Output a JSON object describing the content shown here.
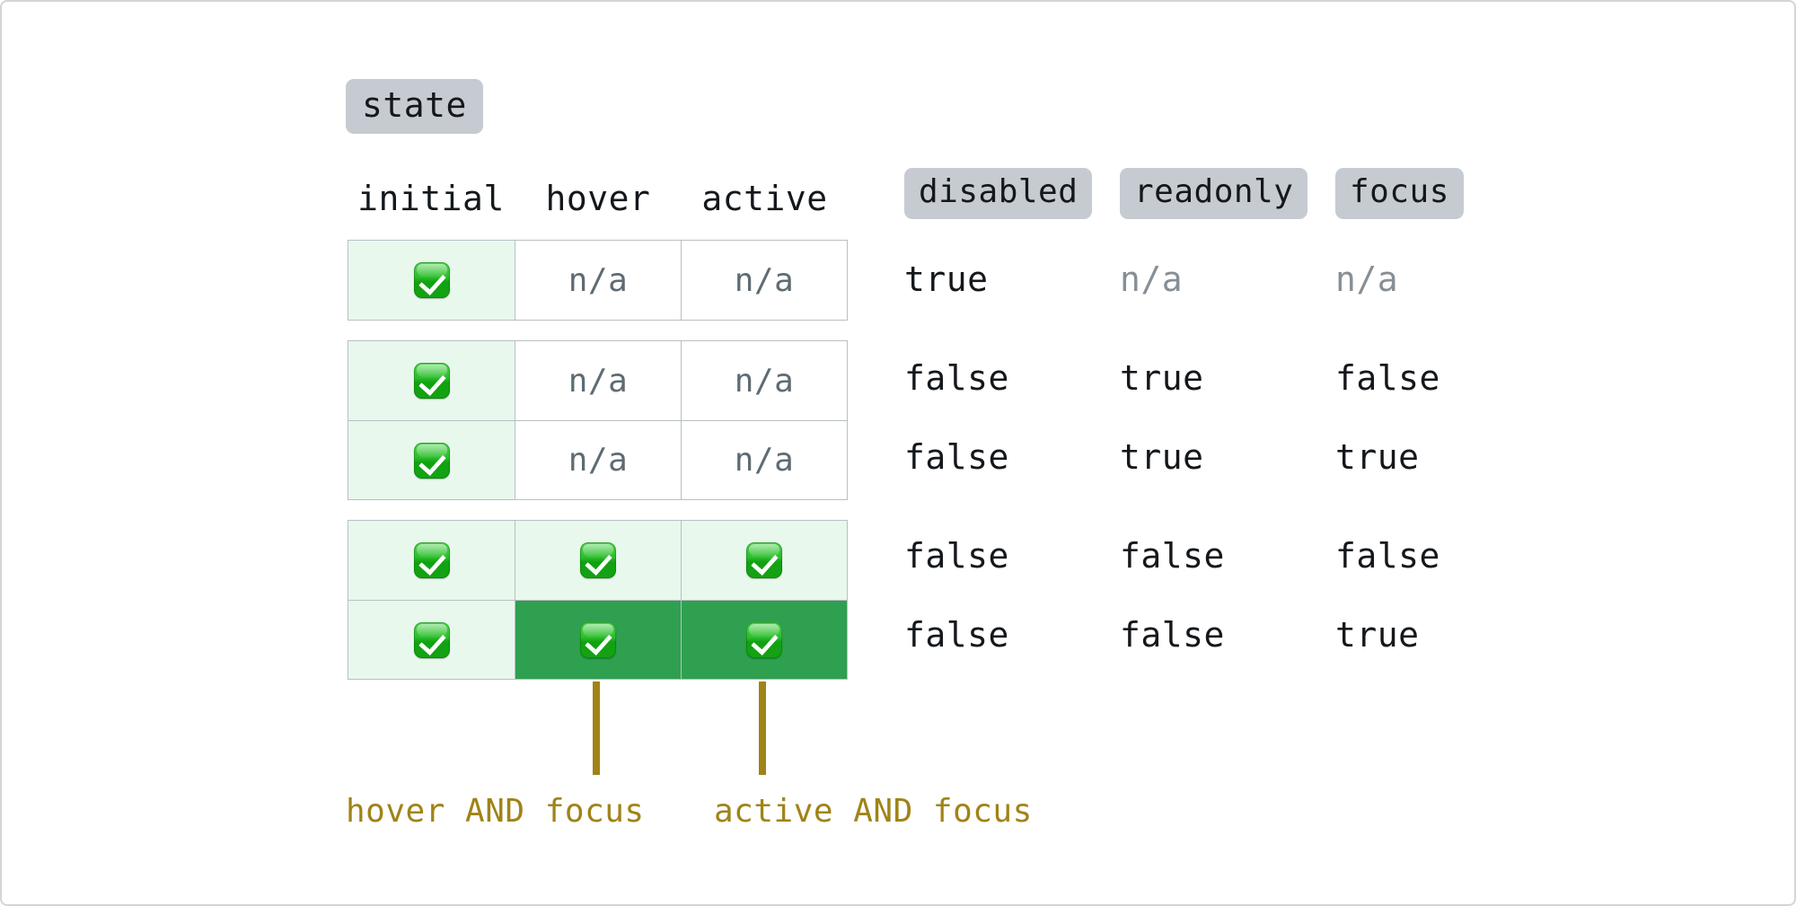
{
  "title_badge": {
    "label": "state"
  },
  "grid_headers": [
    {
      "key": "initial",
      "label": "initial"
    },
    {
      "key": "hover",
      "label": "hover"
    },
    {
      "key": "active",
      "label": "active"
    }
  ],
  "flag_headers": [
    {
      "key": "disabled",
      "label": "disabled"
    },
    {
      "key": "readonly",
      "label": "readonly"
    },
    {
      "key": "focus",
      "label": "focus"
    }
  ],
  "icons": {
    "checkbox_checked": "check-box-with-check-icon"
  },
  "colors": {
    "badge_background": "#c6cbd1",
    "cell_light_green": "#e8f8ec",
    "cell_dark_green": "#2ea04f",
    "cell_white": "#ffffff",
    "cell_border": "#b9bfc4",
    "text_primary": "#14181c",
    "text_muted": "#5e6b73",
    "annotation_gold": "#a08318",
    "page_border": "#d2d4d6"
  },
  "groups": [
    {
      "id": "group-disabled",
      "rows": [
        {
          "id": "row-1",
          "cells": [
            {
              "col": "initial",
              "kind": "checkbox",
              "bg": "light",
              "text": ""
            },
            {
              "col": "hover",
              "kind": "text",
              "bg": "white",
              "text": "n/a"
            },
            {
              "col": "active",
              "kind": "text",
              "bg": "white",
              "text": "n/a"
            }
          ],
          "flags": [
            {
              "key": "disabled",
              "value": "true",
              "muted": false
            },
            {
              "key": "readonly",
              "value": "n/a",
              "muted": true
            },
            {
              "key": "focus",
              "value": "n/a",
              "muted": true
            }
          ]
        }
      ]
    },
    {
      "id": "group-readonly",
      "rows": [
        {
          "id": "row-2",
          "cells": [
            {
              "col": "initial",
              "kind": "checkbox",
              "bg": "light",
              "text": ""
            },
            {
              "col": "hover",
              "kind": "text",
              "bg": "white",
              "text": "n/a"
            },
            {
              "col": "active",
              "kind": "text",
              "bg": "white",
              "text": "n/a"
            }
          ],
          "flags": [
            {
              "key": "disabled",
              "value": "false",
              "muted": false
            },
            {
              "key": "readonly",
              "value": "true",
              "muted": false
            },
            {
              "key": "focus",
              "value": "false",
              "muted": false
            }
          ]
        },
        {
          "id": "row-3",
          "cells": [
            {
              "col": "initial",
              "kind": "checkbox",
              "bg": "light",
              "text": ""
            },
            {
              "col": "hover",
              "kind": "text",
              "bg": "white",
              "text": "n/a"
            },
            {
              "col": "active",
              "kind": "text",
              "bg": "white",
              "text": "n/a"
            }
          ],
          "flags": [
            {
              "key": "disabled",
              "value": "false",
              "muted": false
            },
            {
              "key": "readonly",
              "value": "true",
              "muted": false
            },
            {
              "key": "focus",
              "value": "true",
              "muted": false
            }
          ]
        }
      ]
    },
    {
      "id": "group-enabled",
      "rows": [
        {
          "id": "row-4",
          "cells": [
            {
              "col": "initial",
              "kind": "checkbox",
              "bg": "light",
              "text": ""
            },
            {
              "col": "hover",
              "kind": "checkbox",
              "bg": "light",
              "text": ""
            },
            {
              "col": "active",
              "kind": "checkbox",
              "bg": "light",
              "text": ""
            }
          ],
          "flags": [
            {
              "key": "disabled",
              "value": "false",
              "muted": false
            },
            {
              "key": "readonly",
              "value": "false",
              "muted": false
            },
            {
              "key": "focus",
              "value": "false",
              "muted": false
            }
          ]
        },
        {
          "id": "row-5",
          "cells": [
            {
              "col": "initial",
              "kind": "checkbox",
              "bg": "light",
              "text": ""
            },
            {
              "col": "hover",
              "kind": "checkbox",
              "bg": "dark",
              "text": ""
            },
            {
              "col": "active",
              "kind": "checkbox",
              "bg": "dark",
              "text": ""
            }
          ],
          "flags": [
            {
              "key": "disabled",
              "value": "false",
              "muted": false
            },
            {
              "key": "readonly",
              "value": "false",
              "muted": false
            },
            {
              "key": "focus",
              "value": "true",
              "muted": false
            }
          ]
        }
      ]
    }
  ],
  "annotations": [
    {
      "id": "annotation-hover",
      "label": "hover AND focus"
    },
    {
      "id": "annotation-active",
      "label": "active AND focus"
    }
  ]
}
